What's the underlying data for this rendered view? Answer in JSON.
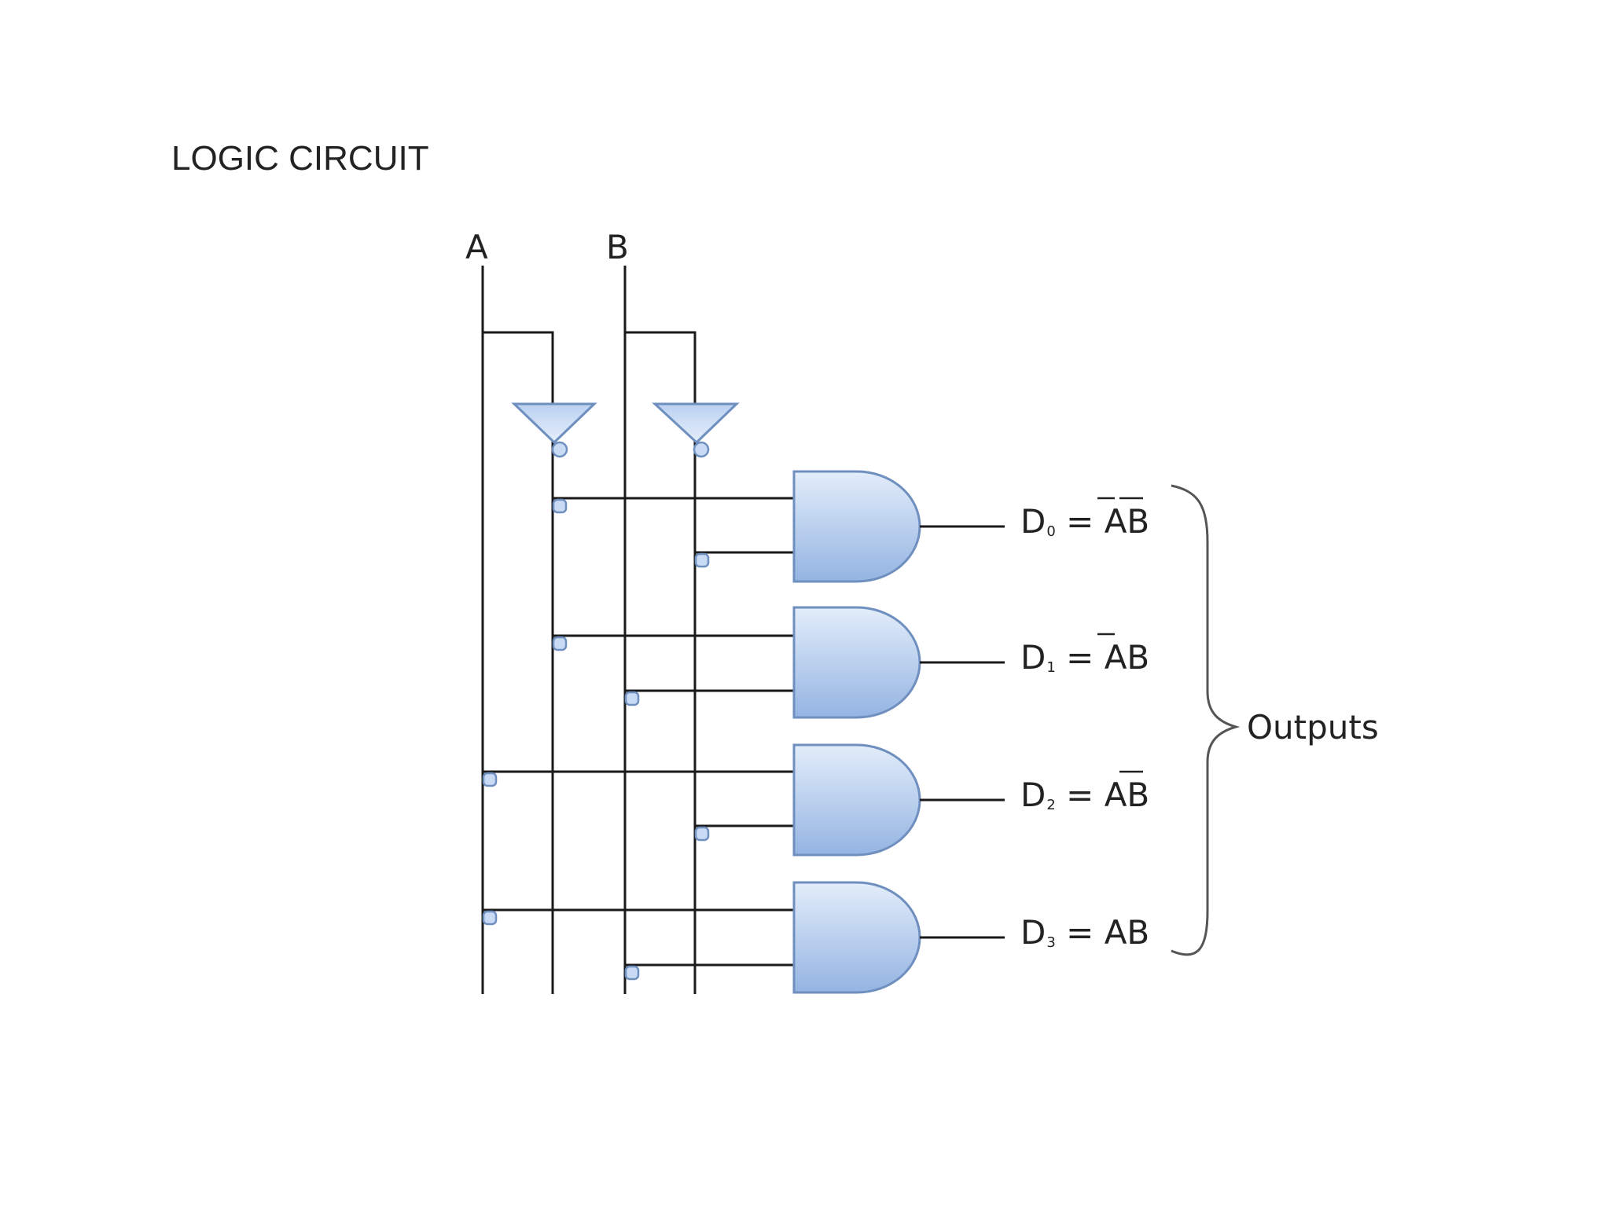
{
  "title": "LOGIC CIRCUIT",
  "inputs": [
    "A",
    "B"
  ],
  "outputs": [
    {
      "name": "D",
      "index": "0",
      "expr": "AB",
      "bar_a": true,
      "bar_b": true
    },
    {
      "name": "D",
      "index": "1",
      "expr": "AB",
      "bar_a": true,
      "bar_b": false
    },
    {
      "name": "D",
      "index": "2",
      "expr": "AB",
      "bar_a": false,
      "bar_b": true
    },
    {
      "name": "D",
      "index": "3",
      "expr": "AB",
      "bar_a": false,
      "bar_b": false
    }
  ],
  "outputs_label": "Outputs",
  "colors": {
    "gate_fill_top": "#dce8f8",
    "gate_fill_bottom": "#9dbbe6",
    "gate_stroke": "#6f8fbf",
    "wire": "#1a1a1a"
  }
}
